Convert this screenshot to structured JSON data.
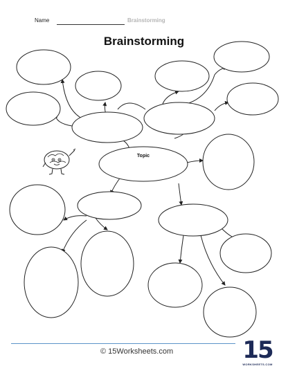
{
  "header": {
    "name_label": "Name",
    "subtitle": "Brainstorming"
  },
  "title": "Brainstorming",
  "center_label": "Topic",
  "footer": {
    "copyright": "© 15Worksheets.com",
    "logo_number": "15",
    "logo_text": "WORKSHEETS.COM"
  }
}
